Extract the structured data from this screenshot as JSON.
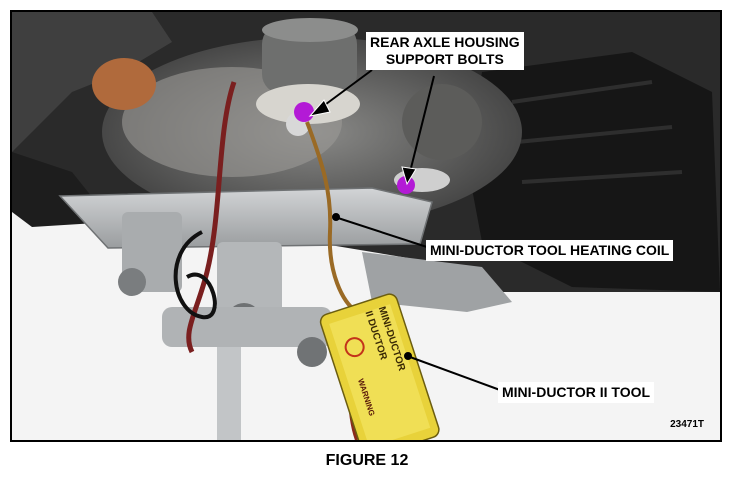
{
  "figure": {
    "caption": "FIGURE 12",
    "figure_id": "23471T"
  },
  "callouts": {
    "bolts_line1": "REAR AXLE HOUSING",
    "bolts_line2": "SUPPORT BOLTS",
    "heating_coil": "MINI-DUCTOR TOOL HEATING COIL",
    "tool": "MINI-DUCTOR II TOOL"
  },
  "tool_label": {
    "warning": "WARNING",
    "brand_line1": "II DUCTOR",
    "brand_line2": "MINI-DUCTOR"
  },
  "colors": {
    "bolt_marker": "#b31ad6",
    "tool_yellow": "#e8d23a",
    "plate": "#b9bcbf"
  }
}
